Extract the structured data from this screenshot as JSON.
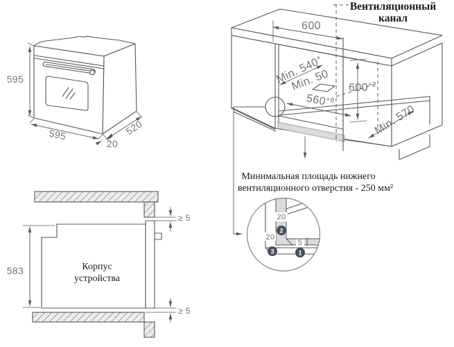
{
  "colors": {
    "line": "#53575b",
    "dim_text": "#6d7377",
    "gray_fill": "#d9dbdc",
    "text": "#17191b",
    "badge": "#4a4e53"
  },
  "oven": {
    "height": "595",
    "width": "595",
    "depth": "520",
    "door_overhang": "20"
  },
  "cabinet": {
    "vent_label_1": "Вентиляционный",
    "vent_label_2": "канал",
    "top_width": "600",
    "depth_base": "Min. 540",
    "depth_sup": "+",
    "clearance": "Min. 50",
    "height_base": "600",
    "height_sup": "+2",
    "width_base": "560",
    "width_sup": "+8",
    "min_depth": "Min. 570",
    "note_1": "Минимальная площадь нижнего",
    "note_2": "вентиляционного отверстия - 250 мм²"
  },
  "detail": {
    "top_spacer": "20",
    "side_spacer": "20",
    "bottom_spacer": "5",
    "marker_1": "1",
    "marker_2": "2",
    "marker_3": "3"
  },
  "niche": {
    "height": "583",
    "body_label_1": "Корпус",
    "body_label_2": "устройства",
    "gap_top": "≥ 5",
    "gap_bottom": "≥ 5"
  }
}
